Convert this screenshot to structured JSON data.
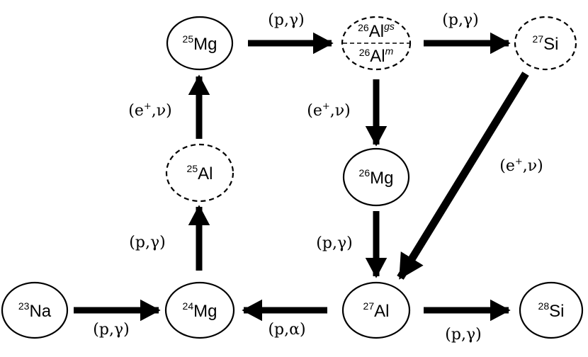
{
  "nuclei": {
    "mg25": {
      "mass": "25",
      "symbol": "Mg",
      "unstable": false
    },
    "al26": {
      "gs": {
        "mass": "26",
        "symbol": "Al",
        "state": "gs"
      },
      "m": {
        "mass": "26",
        "symbol": "Al",
        "state": "m"
      },
      "unstable": true
    },
    "si27": {
      "mass": "27",
      "symbol": "Si",
      "unstable": true
    },
    "al25": {
      "mass": "25",
      "symbol": "Al",
      "unstable": true
    },
    "mg26": {
      "mass": "26",
      "symbol": "Mg",
      "unstable": false
    },
    "na23": {
      "mass": "23",
      "symbol": "Na",
      "unstable": false
    },
    "mg24": {
      "mass": "24",
      "symbol": "Mg",
      "unstable": false
    },
    "al27": {
      "mass": "27",
      "symbol": "Al",
      "unstable": false
    },
    "si28": {
      "mass": "28",
      "symbol": "Si",
      "unstable": false
    }
  },
  "reactions": {
    "mg25_to_al26": "(p,γ)",
    "al26_to_si27": "(p,γ)",
    "al25_to_mg25": {
      "main": "(e",
      "sup": "+",
      "tail": ",ν)"
    },
    "al26_to_mg26": {
      "main": "(e",
      "sup": "+",
      "tail": ",ν)"
    },
    "si27_to_al27": {
      "main": "(e",
      "sup": "+",
      "tail": ",ν)"
    },
    "mg24_to_al25": "(p,γ)",
    "mg26_to_al27": "(p,γ)",
    "na23_to_mg24": "(p,γ)",
    "al27_to_mg24": "(p,α)",
    "al27_to_si28": "(p,γ)"
  },
  "colors": {
    "stroke": "#000000",
    "background": "#ffffff"
  }
}
